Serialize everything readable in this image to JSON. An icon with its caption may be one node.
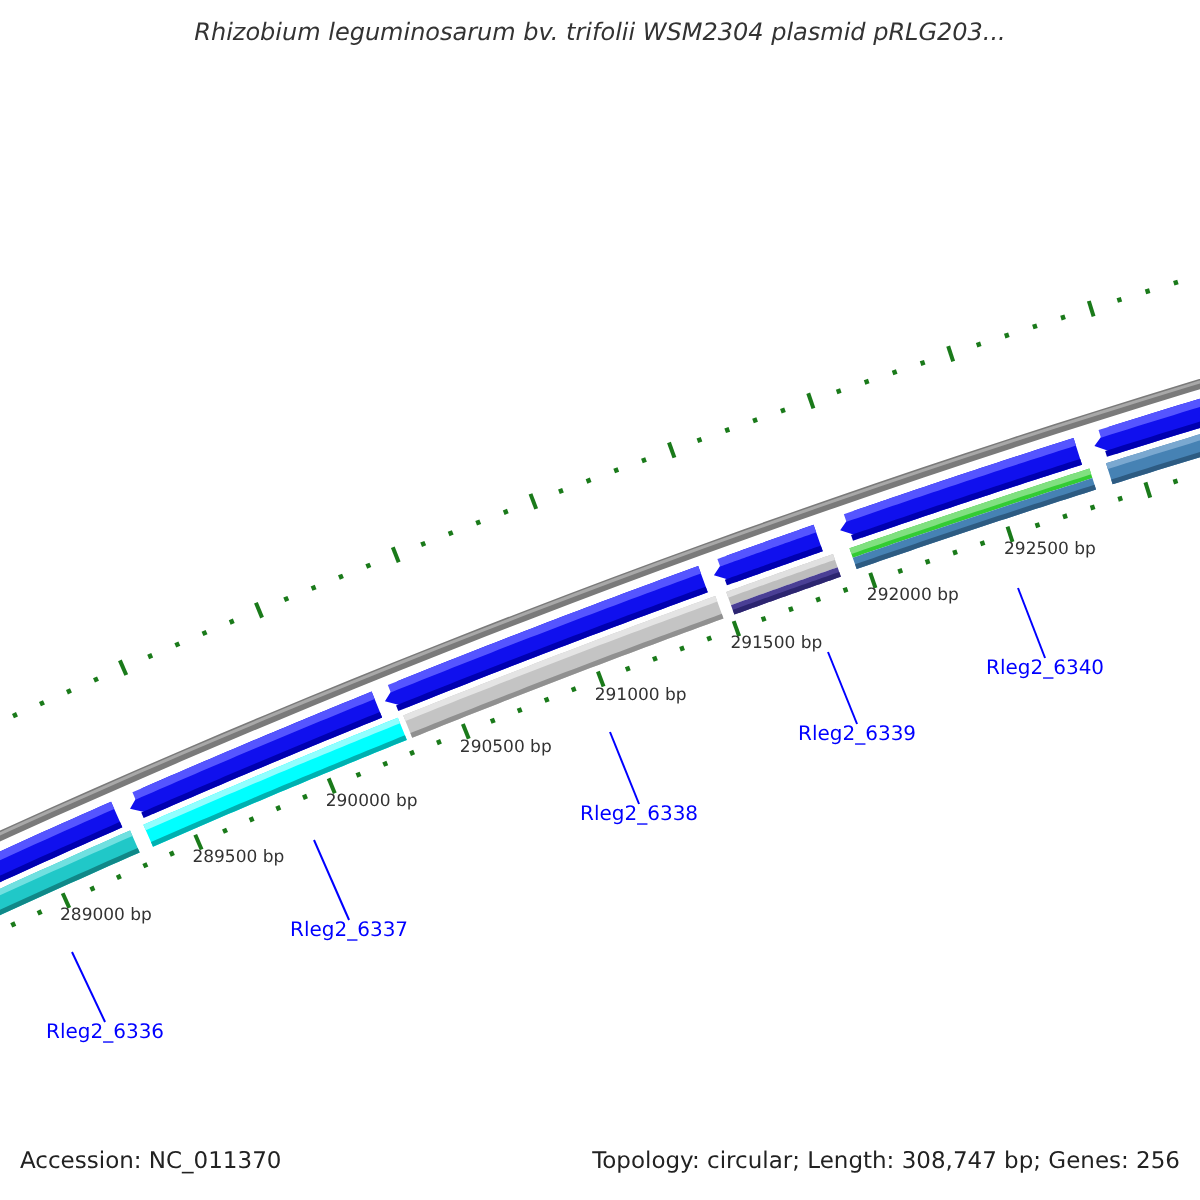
{
  "diagram": {
    "title": "Rhizobium leguminosarum bv. trifolii WSM2304 plasmid pRLG203...",
    "nodes": [
      {
        "text": [],
        "shape": "bar"
      },
      {
        "text": [],
        "shape": "bar"
      },
      {
        "text": [],
        "shape": "bar"
      },
      {
        "text": [],
        "shape": "bar"
      },
      {
        "text": [],
        "shape": "bar"
      },
      {
        "text": [],
        "shape": "bar"
      },
      {
        "text": [
          "Rleg2_6336"
        ]
      },
      {
        "text": [
          "Rleg2_6337"
        ]
      },
      {
        "text": [
          "Rleg2_6338"
        ]
      },
      {
        "text": [
          "Rleg2_6339"
        ]
      },
      {
        "text": [
          "Rleg2_6340"
        ]
      }
    ],
    "edges": [
      {
        "from": 6,
        "to": 0,
        "arrow": "none"
      },
      {
        "from": 7,
        "to": 1,
        "arrow": "none"
      },
      {
        "from": 8,
        "to": 2,
        "arrow": "none"
      },
      {
        "from": 9,
        "to": 3,
        "arrow": "none"
      },
      {
        "from": 10,
        "to": 4,
        "arrow": "none"
      }
    ],
    "labels": [
      "289000 bp",
      "289500 bp",
      "290000 bp",
      "290500 bp",
      "291000 bp",
      "291500 bp",
      "292000 bp",
      "292500 bp",
      "Accession: NC_011370",
      "Topology: circular; Length: 308,747 bp; Genes: 256"
    ]
  }
}
